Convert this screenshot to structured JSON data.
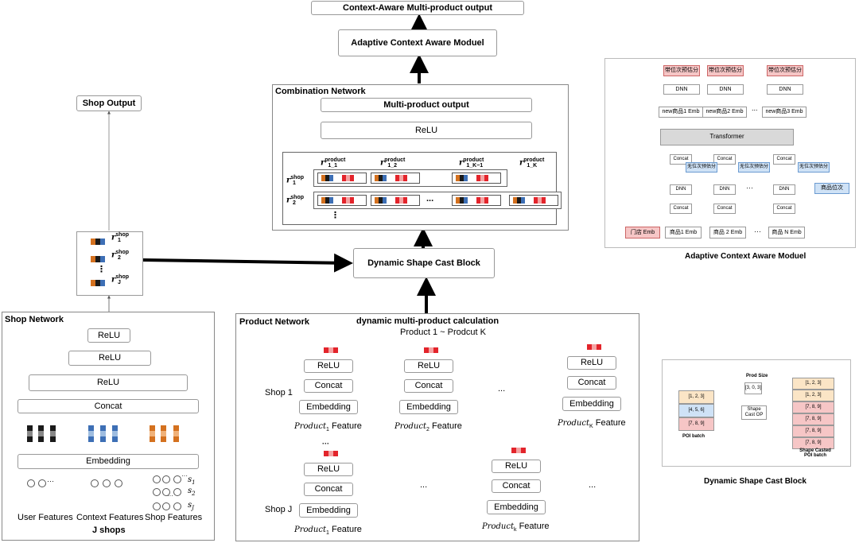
{
  "top": {
    "output": "Context-Aware Multi-product output",
    "adaptive": "Adaptive Context Aware Moduel",
    "dscb": "Dynamic Shape Cast Block"
  },
  "combination": {
    "title": "Combination Network",
    "multi_output": "Multi-product output",
    "relu": "ReLU",
    "r_product": "product",
    "sub_1_1": "1_1",
    "sub_1_2": "1_2",
    "sub_1_Km1": "1_K−1",
    "sub_1_K": "1_K",
    "r_shop": "shop",
    "sub_shop1": "1",
    "sub_shop2": "2",
    "r_letter": "r",
    "dots": "...",
    "vdots": "⋮"
  },
  "shop_output": {
    "title": "Shop Output",
    "sub_1": "1",
    "sub_2": "2",
    "sub_J": "J",
    "shop": "shop",
    "r": "r"
  },
  "shop_network": {
    "title": "Shop Network",
    "relu1": "ReLU",
    "relu2": "ReLU",
    "relu3": "ReLU",
    "concat": "Concat",
    "embedding": "Embedding",
    "user_features": "User Features",
    "context_features": "Context Features",
    "shop_features": "Shop Features",
    "j_shops": "J shops",
    "s1": "s",
    "s1_sub": "1",
    "s2": "s",
    "s2_sub": "2",
    "sJ": "s",
    "sJ_sub": "J",
    "dots": "···"
  },
  "product_network": {
    "title": "Product Network",
    "calc_title": "dynamic multi-product calculation",
    "range": "Product 1 ~ Prodcut K",
    "shop1": "Shop 1",
    "shopJ": "Shop J",
    "relu": "ReLU",
    "concat": "Concat",
    "embedding": "Embedding",
    "product": "Product",
    "feature": "Feature",
    "sub_1": "1",
    "sub_2": "2",
    "sub_K": "K",
    "sub_k": "k",
    "dots": "...",
    "vdots": "···"
  },
  "acam_figure": {
    "caption": "Adaptive Context Aware Moduel",
    "out1": "带位次预估分",
    "out2": "带位次预估分",
    "out3": "带位次预估分",
    "dnn": "DNN",
    "new1": "new商品1 Emb",
    "new2": "new商品2 Emb",
    "new3": "new商品3 Emb",
    "transformer": "Transformer",
    "concat": "Concat",
    "nopos1": "无位次预估分",
    "nopos2": "无位次预估分",
    "nopos3": "无位次预估分",
    "pos": "商品位次",
    "store_emb": "门店 Emb",
    "g1": "商品1 Emb",
    "g2": "商品 2 Emb",
    "gN": "商品 N Emb",
    "dots": "...",
    "dots2": "···"
  },
  "dscb_figure": {
    "caption": "Dynamic Shape Cast Block",
    "prod_size": "Prod Size",
    "prod_size_val": "[3, 0, 3]",
    "op": "Shape Cast OP",
    "poi_batch": "POI batch",
    "casted": "Shape Casted POI batch",
    "left": [
      "[1, 2, 3]",
      "[4, 5, 6]",
      "[7, 8, 9]"
    ],
    "right": [
      "[1, 2, 3]",
      "[1, 2, 3]",
      "[7, 8, 9]",
      "[7, 8, 9]",
      "[7, 8, 9]",
      "[7, 8, 9]"
    ]
  },
  "colors": {
    "black": "#1a1a1a",
    "blue": "#3d6fb5",
    "orange": "#d4711f",
    "red": "#e3242b",
    "pink": "#f4a3a3",
    "light_blue": "#7fb5e8"
  }
}
